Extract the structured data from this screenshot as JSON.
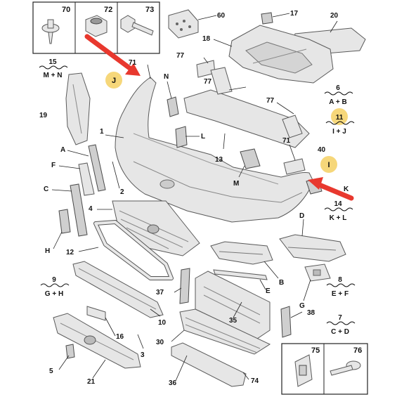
{
  "boxed_top": [
    "70",
    "72",
    "73"
  ],
  "boxed_bottom": [
    "75",
    "76"
  ],
  "highlights": [
    "J",
    "I",
    "11"
  ],
  "labels": {
    "p60": "60",
    "p17": "17",
    "p20": "20",
    "p18": "18",
    "p71a": "71",
    "pN": "N",
    "p77a": "77",
    "p77b": "77",
    "p77c": "77",
    "p19": "19",
    "p1": "1",
    "pL": "L",
    "p13": "13",
    "p71b": "71",
    "p40": "40",
    "pA": "A",
    "pF": "F",
    "p2": "2",
    "pM": "M",
    "pK": "K",
    "pC": "C",
    "p4": "4",
    "pD": "D",
    "pH": "H",
    "p12": "12",
    "pB": "B",
    "pE": "E",
    "pG": "G",
    "p37": "37",
    "p10": "10",
    "p35": "35",
    "p38": "38",
    "p16": "16",
    "p30": "30",
    "p3": "3",
    "p5": "5",
    "p21": "21",
    "p36": "36",
    "p74": "74"
  },
  "kit_refs": [
    {
      "num": "15",
      "sub": "M + N"
    },
    {
      "num": "6",
      "sub": "A + B"
    },
    {
      "num": "11",
      "sub": "I + J"
    },
    {
      "num": "14",
      "sub": "K + L"
    },
    {
      "num": "9",
      "sub": "G + H"
    },
    {
      "num": "8",
      "sub": "E + F"
    },
    {
      "num": "7",
      "sub": "C + D"
    }
  ],
  "colors": {
    "arrow": "#e8382e",
    "highlight_circle": "#f6d77a",
    "part_fill": "#e6e6e6",
    "part_stroke": "#5a5a5a"
  }
}
